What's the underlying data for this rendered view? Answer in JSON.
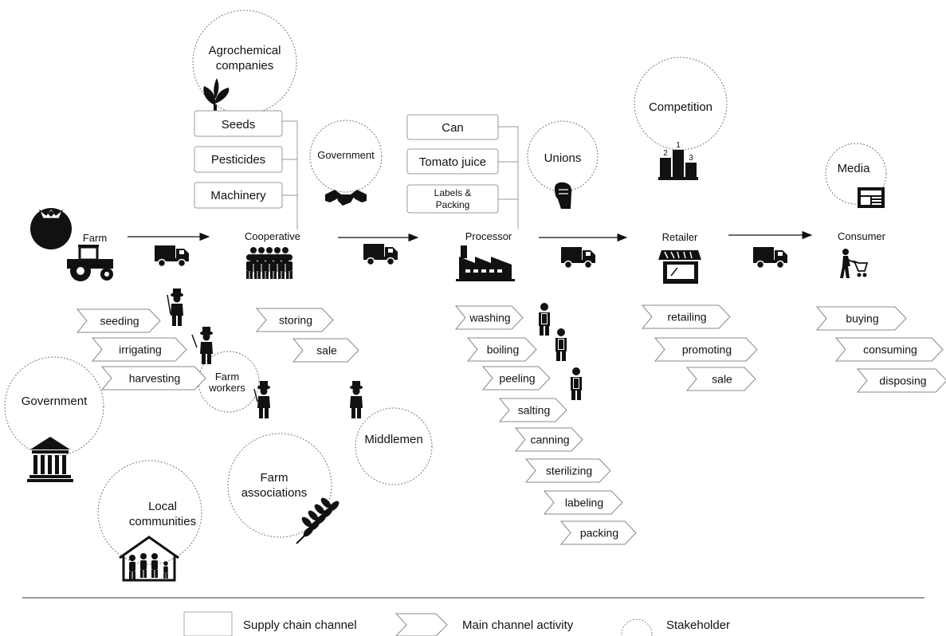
{
  "stages": [
    {
      "id": "farm",
      "label": "Farm"
    },
    {
      "id": "cooperative",
      "label": "Cooperative"
    },
    {
      "id": "processor",
      "label": "Processor"
    },
    {
      "id": "retailer",
      "label": "Retailer"
    },
    {
      "id": "consumer",
      "label": "Consumer"
    }
  ],
  "inputs": {
    "cooperative": [
      "Seeds",
      "Pesticides",
      "Machinery"
    ],
    "processor": [
      "Can",
      "Tomato juice",
      "Labels &",
      "Packing"
    ]
  },
  "activities": {
    "farm": [
      "seeding",
      "irrigating",
      "harvesting"
    ],
    "cooperative": [
      "storing",
      "sale"
    ],
    "processor": [
      "washing",
      "boiling",
      "peeling",
      "salting",
      "canning",
      "sterilizing",
      "labeling",
      "packing"
    ],
    "retailer": [
      "retailing",
      "promoting",
      "sale"
    ],
    "consumer": [
      "buying",
      "consuming",
      "disposing"
    ]
  },
  "stakeholders": {
    "agrochemical": [
      "Agrochemical",
      "companies"
    ],
    "government_top": "Government",
    "unions": "Unions",
    "competition": "Competition",
    "media": "Media",
    "farm_workers": [
      "Farm",
      "workers"
    ],
    "government_left": "Government",
    "middlemen": "Middlemen",
    "farm_associations": [
      "Farm",
      "associations"
    ],
    "local_communities": [
      "Local",
      "communities"
    ]
  },
  "podium_numbers": [
    "2",
    "1",
    "3"
  ],
  "legend": {
    "channel": "Supply chain channel",
    "activity": "Main channel activity",
    "stakeholder": "Stakeholder"
  }
}
